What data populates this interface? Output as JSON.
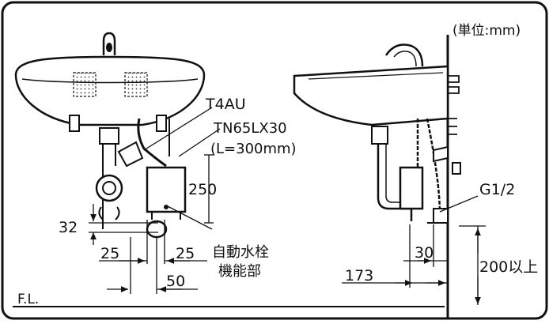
{
  "labels": {
    "unit": "(単位:mm)",
    "faucet_model": "T4AU",
    "hose_model": "TN65LX30",
    "hose_length": "(L=300mm)",
    "height_250": "250",
    "dim_32": "32",
    "dim_25_left": "25",
    "dim_25_right": "25",
    "dim_50": "50",
    "auto_valve_line1": "自動水栓",
    "auto_valve_line2": "機能部",
    "floor_level": "F.L.",
    "thread_size": "G1/2",
    "dim_30": "30",
    "dim_173": "173",
    "dim_200": "200以上"
  },
  "colors": {
    "line": "#111111",
    "background": "#ffffff",
    "accent_red": "#cc2222"
  }
}
